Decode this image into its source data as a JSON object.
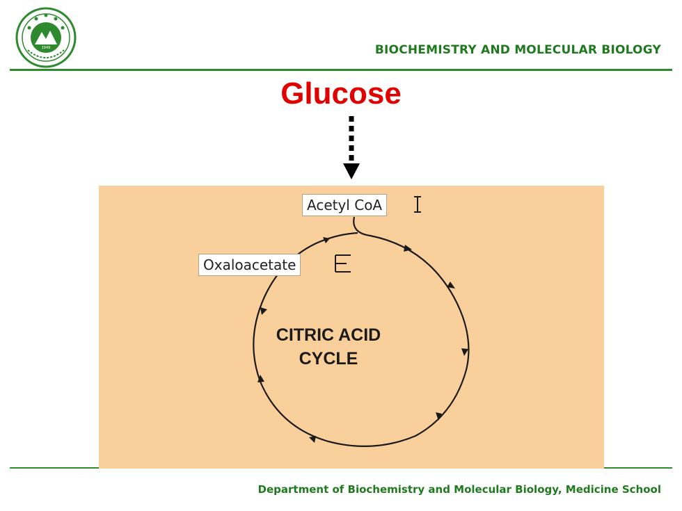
{
  "header": {
    "title": "BIOCHEMISTRY  AND MOLECULAR BIOLOGY",
    "logo_icon": "university-seal-icon"
  },
  "slide": {
    "title": "Glucose"
  },
  "diagram": {
    "acetyl_label": "Acetyl CoA",
    "oxaloacetate_label": "Oxaloacetate",
    "cycle_line1": "CITRIC ACID",
    "cycle_line2": "CYCLE"
  },
  "footer": {
    "text": "Department  of Biochemistry  and  Molecular  Biology,  Medicine  School"
  },
  "colors": {
    "accent_green": "#1f7a1f",
    "title_red": "#e00000",
    "panel_bg": "#f9cf9b"
  }
}
